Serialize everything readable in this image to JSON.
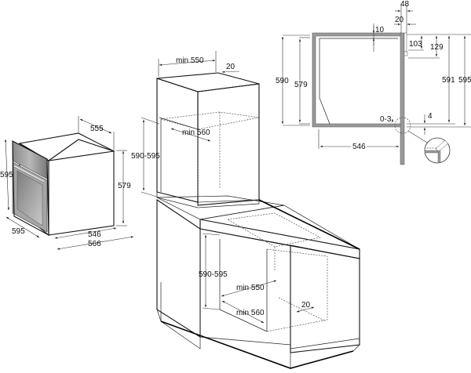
{
  "diagram": {
    "type": "built-in oven installation dimensions",
    "units": "mm",
    "appliance_view": {
      "labels": {
        "depth_top": "555",
        "height_front": "595",
        "height_body": "579",
        "width_front": "595",
        "depth_body": "546",
        "depth_total": "566"
      }
    },
    "column_installation": {
      "labels": {
        "niche_width": "min 550",
        "rear_gap": "20",
        "niche_depth": "min 560",
        "niche_height": "590-595"
      }
    },
    "under_counter_installation": {
      "labels": {
        "niche_height": "590-595",
        "niche_width": "min 550",
        "niche_depth": "min 560",
        "rear_gap": "20"
      }
    },
    "side_section": {
      "labels": {
        "front_depth": "48",
        "door_thickness": "20",
        "top_gap": "10",
        "control_offset": "103",
        "control_height": "129",
        "outer_height_left": "590",
        "inner_height_left": "579",
        "right_height_inner": "591",
        "right_height_outer": "595",
        "bottom_gap": "0-3",
        "lip": "4",
        "inner_depth": "546"
      }
    }
  }
}
